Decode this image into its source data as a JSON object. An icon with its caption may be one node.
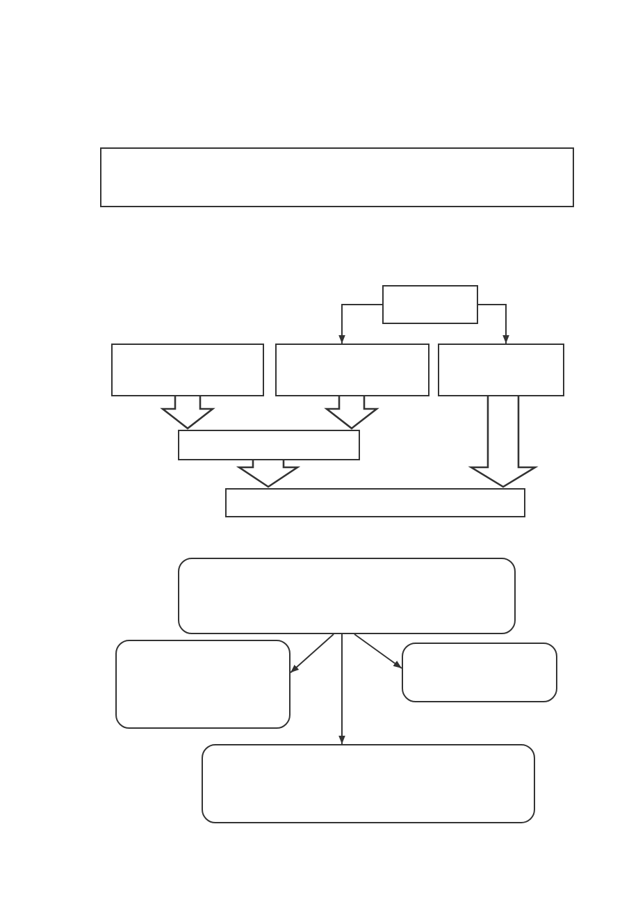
{
  "diagram": {
    "nodes": [
      {
        "text": [],
        "shape": "box"
      },
      {
        "text": [],
        "shape": "box"
      },
      {
        "text": [],
        "shape": "box"
      },
      {
        "text": [],
        "shape": "box"
      },
      {
        "text": [],
        "shape": "box"
      },
      {
        "text": [],
        "shape": "box"
      },
      {
        "text": [],
        "shape": "box"
      },
      {
        "text": [],
        "shape": "box"
      },
      {
        "text": [],
        "shape": "box"
      },
      {
        "text": [],
        "shape": "box"
      },
      {
        "text": [],
        "shape": "box"
      }
    ],
    "edges": [
      {
        "from": 1,
        "to": 3,
        "arrow": "to"
      },
      {
        "from": 1,
        "to": 4,
        "arrow": "to"
      },
      {
        "from": 2,
        "to": 5,
        "arrow": "to",
        "style": "thick"
      },
      {
        "from": 3,
        "to": 5,
        "arrow": "to",
        "style": "thick"
      },
      {
        "from": 5,
        "to": 6,
        "arrow": "to",
        "style": "thick"
      },
      {
        "from": 4,
        "to": 6,
        "arrow": "to",
        "style": "thick"
      },
      {
        "from": 7,
        "to": 8,
        "arrow": "to"
      },
      {
        "from": 7,
        "to": 9,
        "arrow": "to"
      },
      {
        "from": 7,
        "to": 10,
        "arrow": "to"
      }
    ]
  }
}
